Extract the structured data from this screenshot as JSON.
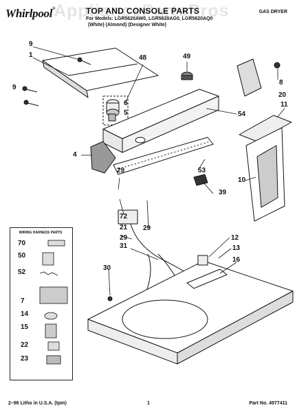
{
  "header": {
    "brand": "Whirlpool",
    "title": "TOP AND CONSOLE PARTS",
    "model_line": "For Models: LGR5620AW0, LGR5620AG0, LGR5620AQ0",
    "variants_line": "(White)  (Almond)  (Designer White)",
    "doc_type": "GAS DRYER",
    "watermark": "AppliancePartsPros"
  },
  "legend": {
    "title": "WIRING HARNESS PARTS"
  },
  "callouts": [
    "9",
    "1",
    "48",
    "49",
    "8",
    "20",
    "9",
    "6",
    "5",
    "11",
    "54",
    "4",
    "29",
    "53",
    "10",
    "39",
    "72",
    "21",
    "29",
    "29",
    "12",
    "13",
    "31",
    "16",
    "30",
    "70",
    "50",
    "52",
    "7",
    "14",
    "15",
    "22",
    "23"
  ],
  "footer": {
    "left": "2–96 Litho in U.S.A. (tpm)",
    "page": "1",
    "part_number": "Part No. 4977411"
  }
}
